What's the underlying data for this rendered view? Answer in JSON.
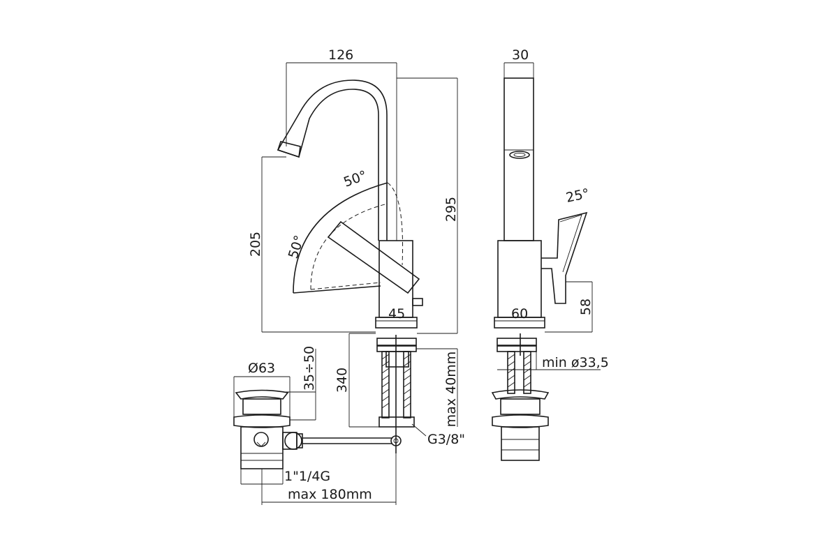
{
  "dimensions": {
    "spout_reach": "126",
    "body_depth": "30",
    "spout_height": "205",
    "total_height": "295",
    "lever_angle_up": "50°",
    "lever_angle_side": "50°",
    "lever_angle_side_view": "25°",
    "body_width_front": "45",
    "body_width_side": "60",
    "lever_height_side": "58",
    "min_hole": "min ø33,5",
    "hose_length": "340",
    "max_deck": "max 40mm",
    "thread": "G3/8\"",
    "drain_diameter": "Ø63",
    "drain_height": "35÷50",
    "drain_thread": "1\"1/4G",
    "rod_length": "max 180mm"
  }
}
